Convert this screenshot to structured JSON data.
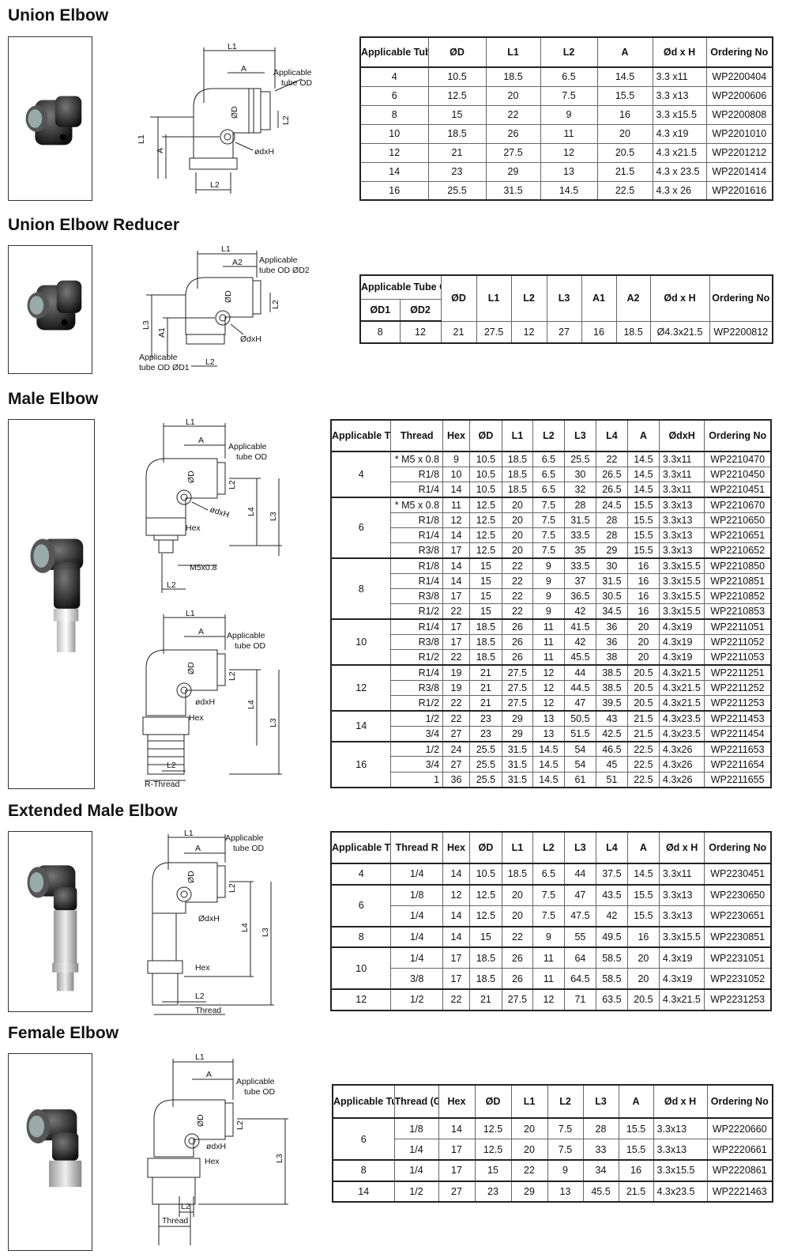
{
  "sections": [
    {
      "title": "Union Elbow",
      "labels": {
        "L1": "L1",
        "A": "A",
        "tube": [
          "Applicable",
          "tube OD"
        ],
        "OD": "ØD",
        "L2": "L2",
        "dxH": "ødxH",
        "L1v": "L1",
        "Av": "A",
        "L2b": "L2"
      },
      "headers": [
        "Applicable Tube OD",
        "ØD",
        "L1",
        "L2",
        "A",
        "Ød x H",
        "Ordering No"
      ],
      "rows": [
        [
          "4",
          "10.5",
          "18.5",
          "6.5",
          "14.5",
          "3.3 x11",
          "WP2200404"
        ],
        [
          "6",
          "12.5",
          "20",
          "7.5",
          "15.5",
          "3.3 x13",
          "WP2200606"
        ],
        [
          "8",
          "15",
          "22",
          "9",
          "16",
          "3.3 x15.5",
          "WP2200808"
        ],
        [
          "10",
          "18.5",
          "26",
          "11",
          "20",
          "4.3 x19",
          "WP2201010"
        ],
        [
          "12",
          "21",
          "27.5",
          "12",
          "20.5",
          "4.3 x21.5",
          "WP2201212"
        ],
        [
          "14",
          "23",
          "29",
          "13",
          "21.5",
          "4.3 x 23.5",
          "WP2201414"
        ],
        [
          "16",
          "25.5",
          "31.5",
          "14.5",
          "22.5",
          "4.3 x 26",
          "WP2201616"
        ]
      ]
    },
    {
      "title": "Union Elbow Reducer",
      "labels": {
        "L1": "L1",
        "A2": "A2",
        "tube": [
          "Applicable",
          "tube OD ØD2"
        ],
        "OD": "ØD",
        "L2": "L2",
        "dxH": "ØdxH",
        "L3": "L3",
        "A1": "A1",
        "tube1": [
          "Applicable",
          "tube OD ØD1"
        ],
        "L2b": "L2"
      },
      "header_group": "Applicable Tube OD",
      "sub_headers": [
        "ØD1",
        "ØD2"
      ],
      "headers": [
        "ØD",
        "L1",
        "L2",
        "L3",
        "A1",
        "A2",
        "Ød x H",
        "Ordering No"
      ],
      "rows": [
        [
          "8",
          "12",
          "21",
          "27.5",
          "12",
          "27",
          "16",
          "18.5",
          "Ø4.3x21.5",
          "WP2200812"
        ]
      ]
    },
    {
      "title": "Male Elbow",
      "labels": {
        "L1": "L1",
        "A": "A",
        "tube": [
          "Applicable",
          "tube OD"
        ],
        "OD": "ØD",
        "L2": "L2",
        "dxH": "ødxH",
        "Hex": "Hex",
        "L4": "L4",
        "L3": "L3",
        "M5": "M5x0.8",
        "L2b": "L2",
        "L1b": "L1",
        "Ab": "A",
        "tubeb": [
          "Applicable",
          "tube OD"
        ],
        "ODb": "ØD",
        "L2c": "L2",
        "dxHb": "ødxH",
        "Hexb": "Hex",
        "L4b": "L4",
        "L3b": "L3",
        "L2d": "L2",
        "RThread": "R-Thread"
      },
      "headers": [
        "Applicable Tube OD",
        "Thread",
        "Hex",
        "ØD",
        "L1",
        "L2",
        "L3",
        "L4",
        "A",
        "ØdxH",
        "Ordering No"
      ],
      "groups": [
        {
          "od": "4",
          "rows": [
            [
              "* M5 x 0.8",
              "9",
              "10.5",
              "18.5",
              "6.5",
              "25.5",
              "22",
              "14.5",
              "3.3x11",
              "WP2210470"
            ],
            [
              "R1/8",
              "10",
              "10.5",
              "18.5",
              "6.5",
              "30",
              "26.5",
              "14.5",
              "3.3x11",
              "WP2210450"
            ],
            [
              "R1/4",
              "14",
              "10.5",
              "18.5",
              "6.5",
              "32",
              "26.5",
              "14.5",
              "3.3x11",
              "WP2210451"
            ]
          ]
        },
        {
          "od": "6",
          "rows": [
            [
              "* M5 x 0.8",
              "11",
              "12.5",
              "20",
              "7.5",
              "28",
              "24.5",
              "15.5",
              "3.3x13",
              "WP2210670"
            ],
            [
              "R1/8",
              "12",
              "12.5",
              "20",
              "7.5",
              "31.5",
              "28",
              "15.5",
              "3.3x13",
              "WP2210650"
            ],
            [
              "R1/4",
              "14",
              "12.5",
              "20",
              "7.5",
              "33.5",
              "28",
              "15.5",
              "3.3x13",
              "WP2210651"
            ],
            [
              "R3/8",
              "17",
              "12.5",
              "20",
              "7.5",
              "35",
              "29",
              "15.5",
              "3.3x13",
              "WP2210652"
            ]
          ]
        },
        {
          "od": "8",
          "rows": [
            [
              "R1/8",
              "14",
              "15",
              "22",
              "9",
              "33.5",
              "30",
              "16",
              "3.3x15.5",
              "WP2210850"
            ],
            [
              "R1/4",
              "14",
              "15",
              "22",
              "9",
              "37",
              "31.5",
              "16",
              "3.3x15.5",
              "WP2210851"
            ],
            [
              "R3/8",
              "17",
              "15",
              "22",
              "9",
              "36.5",
              "30.5",
              "16",
              "3.3x15.5",
              "WP2210852"
            ],
            [
              "R1/2",
              "22",
              "15",
              "22",
              "9",
              "42",
              "34.5",
              "16",
              "3.3x15.5",
              "WP2210853"
            ]
          ]
        },
        {
          "od": "10",
          "rows": [
            [
              "R1/4",
              "17",
              "18.5",
              "26",
              "11",
              "41.5",
              "36",
              "20",
              "4.3x19",
              "WP2211051"
            ],
            [
              "R3/8",
              "17",
              "18.5",
              "26",
              "11",
              "42",
              "36",
              "20",
              "4.3x19",
              "WP2211052"
            ],
            [
              "R1/2",
              "22",
              "18.5",
              "26",
              "11",
              "45.5",
              "38",
              "20",
              "4.3x19",
              "WP2211053"
            ]
          ]
        },
        {
          "od": "12",
          "rows": [
            [
              "R1/4",
              "19",
              "21",
              "27.5",
              "12",
              "44",
              "38.5",
              "20.5",
              "4.3x21.5",
              "WP2211251"
            ],
            [
              "R3/8",
              "19",
              "21",
              "27.5",
              "12",
              "44.5",
              "38.5",
              "20.5",
              "4.3x21.5",
              "WP2211252"
            ],
            [
              "R1/2",
              "22",
              "21",
              "27.5",
              "12",
              "47",
              "39.5",
              "20.5",
              "4.3x21.5",
              "WP2211253"
            ]
          ]
        },
        {
          "od": "14",
          "rows": [
            [
              "1/2",
              "22",
              "23",
              "29",
              "13",
              "50.5",
              "43",
              "21.5",
              "4.3x23.5",
              "WP2211453"
            ],
            [
              "3/4",
              "27",
              "23",
              "29",
              "13",
              "51.5",
              "42.5",
              "21.5",
              "4.3x23.5",
              "WP2211454"
            ]
          ]
        },
        {
          "od": "16",
          "rows": [
            [
              "1/2",
              "24",
              "25.5",
              "31.5",
              "14.5",
              "54",
              "46.5",
              "22.5",
              "4.3x26",
              "WP2211653"
            ],
            [
              "3/4",
              "27",
              "25.5",
              "31.5",
              "14.5",
              "54",
              "45",
              "22.5",
              "4.3x26",
              "WP2211654"
            ],
            [
              "1",
              "36",
              "25.5",
              "31.5",
              "14.5",
              "61",
              "51",
              "22.5",
              "4.3x26",
              "WP2211655"
            ]
          ]
        }
      ]
    },
    {
      "title": "Extended Male Elbow",
      "labels": {
        "L1": "L1",
        "A": "A",
        "tube": [
          "Applicable",
          "tube OD"
        ],
        "OD": "ØD",
        "L2": "L2",
        "dxH": "ØdxH",
        "Hex": "Hex",
        "L4": "L4",
        "L3": "L3",
        "L2b": "L2",
        "Thread": "Thread"
      },
      "headers": [
        "Applicable Tube OD",
        "Thread R",
        "Hex",
        "ØD",
        "L1",
        "L2",
        "L3",
        "L4",
        "A",
        "Ød x H",
        "Ordering No"
      ],
      "groups": [
        {
          "od": "4",
          "rows": [
            [
              "1/4",
              "14",
              "10.5",
              "18.5",
              "6.5",
              "44",
              "37.5",
              "14.5",
              "3.3x11",
              "WP2230451"
            ]
          ]
        },
        {
          "od": "6",
          "rows": [
            [
              "1/8",
              "12",
              "12.5",
              "20",
              "7.5",
              "47",
              "43.5",
              "15.5",
              "3.3x13",
              "WP2230650"
            ],
            [
              "1/4",
              "14",
              "12.5",
              "20",
              "7.5",
              "47.5",
              "42",
              "15.5",
              "3.3x13",
              "WP2230651"
            ]
          ]
        },
        {
          "od": "8",
          "rows": [
            [
              "1/4",
              "14",
              "15",
              "22",
              "9",
              "55",
              "49.5",
              "16",
              "3.3x15.5",
              "WP2230851"
            ]
          ]
        },
        {
          "od": "10",
          "rows": [
            [
              "1/4",
              "17",
              "18.5",
              "26",
              "11",
              "64",
              "58.5",
              "20",
              "4.3x19",
              "WP2231051"
            ],
            [
              "3/8",
              "17",
              "18.5",
              "26",
              "11",
              "64.5",
              "58.5",
              "20",
              "4.3x19",
              "WP2231052"
            ]
          ]
        },
        {
          "od": "12",
          "rows": [
            [
              "1/2",
              "22",
              "21",
              "27.5",
              "12",
              "71",
              "63.5",
              "20.5",
              "4.3x21.5",
              "WP2231253"
            ]
          ]
        }
      ]
    },
    {
      "title": "Female Elbow",
      "labels": {
        "L1": "L1",
        "A": "A",
        "tube": [
          "Applicable",
          "tube OD"
        ],
        "OD": "ØD",
        "L2": "L2",
        "dxH": "ødxH",
        "Hex": "Hex",
        "L3": "L3",
        "L2b": "L2",
        "Thread": "Thread"
      },
      "headers": [
        "Applicable Tube OD",
        "Thread (G)",
        "Hex",
        "ØD",
        "L1",
        "L2",
        "L3",
        "A",
        "Ød x H",
        "Ordering No"
      ],
      "groups": [
        {
          "od": "6",
          "rows": [
            [
              "1/8",
              "14",
              "12.5",
              "20",
              "7.5",
              "28",
              "15.5",
              "3.3x13",
              "WP2220660"
            ],
            [
              "1/4",
              "17",
              "12.5",
              "20",
              "7.5",
              "33",
              "15.5",
              "3.3x13",
              "WP2220661"
            ]
          ]
        },
        {
          "od": "8",
          "rows": [
            [
              "1/4",
              "17",
              "15",
              "22",
              "9",
              "34",
              "16",
              "3.3x15.5",
              "WP2220861"
            ]
          ]
        },
        {
          "od": "14",
          "rows": [
            [
              "1/2",
              "27",
              "23",
              "29",
              "13",
              "45.5",
              "21.5",
              "4.3x23.5",
              "WP2221463"
            ]
          ]
        }
      ]
    }
  ]
}
